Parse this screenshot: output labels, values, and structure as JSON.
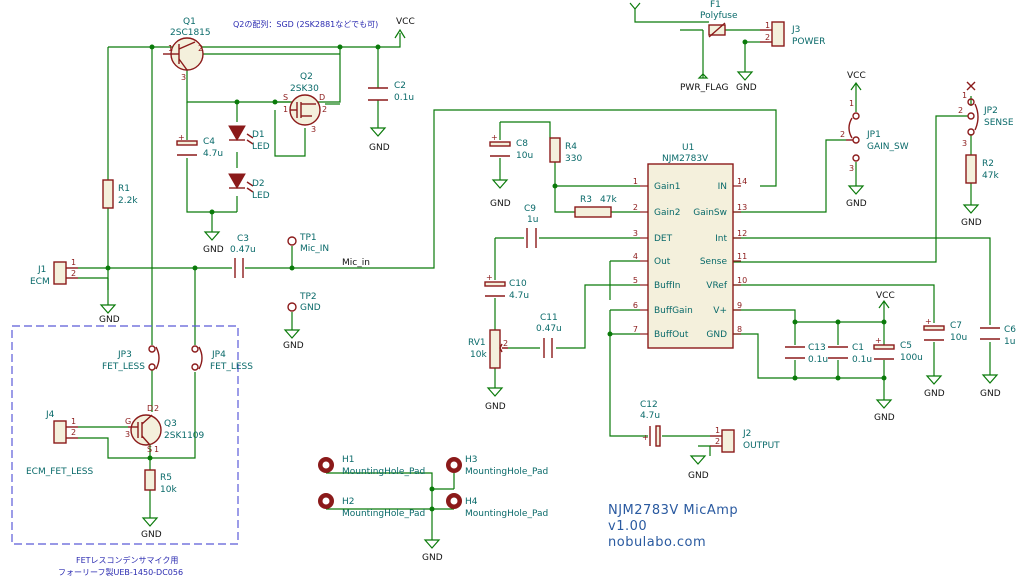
{
  "notes": {
    "q2_note": "Q2の配列：SGD (2SK2881などでも可)",
    "fet_note1": "FETレスコンデンサマイク用",
    "fet_note2": "フォーリーフ製UEB-1450-DC056"
  },
  "title_block": {
    "line1": "NJM2783V MicAmp",
    "line2": "v1.00",
    "line3": "nobulabo.com"
  },
  "nets": {
    "vcc": "VCC",
    "gnd": "GND",
    "mic_in": "Mic_in",
    "pwr_flag": "PWR_FLAG"
  },
  "components": {
    "Q1": {
      "ref": "Q1",
      "value": "2SC1815"
    },
    "Q2": {
      "ref": "Q2",
      "value": "2SK30"
    },
    "Q3": {
      "ref": "Q3",
      "value": "2SK1109"
    },
    "C1": {
      "ref": "C1",
      "value": "0.1u"
    },
    "C2": {
      "ref": "C2",
      "value": "0.1u"
    },
    "C3": {
      "ref": "C3",
      "value": "0.47u"
    },
    "C4": {
      "ref": "C4",
      "value": "4.7u"
    },
    "C5": {
      "ref": "C5",
      "value": "100u"
    },
    "C6": {
      "ref": "C6",
      "value": "1u"
    },
    "C7": {
      "ref": "C7",
      "value": "10u"
    },
    "C8": {
      "ref": "C8",
      "value": "10u"
    },
    "C9": {
      "ref": "C9",
      "value": "1u"
    },
    "C10": {
      "ref": "C10",
      "value": "4.7u"
    },
    "C11": {
      "ref": "C11",
      "value": "0.47u"
    },
    "C12": {
      "ref": "C12",
      "value": "4.7u"
    },
    "C13": {
      "ref": "C13",
      "value": "0.1u"
    },
    "R1": {
      "ref": "R1",
      "value": "2.2k"
    },
    "R2": {
      "ref": "R2",
      "value": "47k"
    },
    "R3": {
      "ref": "R3",
      "value": "47k"
    },
    "R4": {
      "ref": "R4",
      "value": "330"
    },
    "R5": {
      "ref": "R5",
      "value": "10k"
    },
    "RV1": {
      "ref": "RV1",
      "value": "10k"
    },
    "D1": {
      "ref": "D1",
      "value": "LED"
    },
    "D2": {
      "ref": "D2",
      "value": "LED"
    },
    "F1": {
      "ref": "F1",
      "value": "Polyfuse"
    },
    "J1": {
      "ref": "J1",
      "value": "ECM"
    },
    "J2": {
      "ref": "J2",
      "value": "OUTPUT"
    },
    "J3": {
      "ref": "J3",
      "value": "POWER"
    },
    "J4": {
      "ref": "J4",
      "value": "ECM_FET_LESS"
    },
    "JP1": {
      "ref": "JP1",
      "value": "GAIN_SW"
    },
    "JP2": {
      "ref": "JP2",
      "value": "SENSE"
    },
    "JP3": {
      "ref": "JP3",
      "value": "FET_LESS"
    },
    "JP4": {
      "ref": "JP4",
      "value": "FET_LESS"
    },
    "TP1": {
      "ref": "TP1",
      "value": "Mic_IN"
    },
    "TP2": {
      "ref": "TP2",
      "value": "GND"
    },
    "H1": {
      "ref": "H1",
      "value": "MountingHole_Pad"
    },
    "H2": {
      "ref": "H2",
      "value": "MountingHole_Pad"
    },
    "H3": {
      "ref": "H3",
      "value": "MountingHole_Pad"
    },
    "H4": {
      "ref": "H4",
      "value": "MountingHole_Pad"
    }
  },
  "ic": {
    "ref": "U1",
    "value": "NJM2783V",
    "left_pins": [
      {
        "num": "1",
        "name": "Gain1"
      },
      {
        "num": "2",
        "name": "Gain2"
      },
      {
        "num": "3",
        "name": "DET"
      },
      {
        "num": "4",
        "name": "Out"
      },
      {
        "num": "5",
        "name": "BuffIn"
      },
      {
        "num": "6",
        "name": "BuffGain"
      },
      {
        "num": "7",
        "name": "BuffOut"
      }
    ],
    "right_pins": [
      {
        "num": "14",
        "name": "IN"
      },
      {
        "num": "13",
        "name": "GainSw"
      },
      {
        "num": "12",
        "name": "Int"
      },
      {
        "num": "11",
        "name": "Sense"
      },
      {
        "num": "10",
        "name": "VRef"
      },
      {
        "num": "9",
        "name": "V+"
      },
      {
        "num": "8",
        "name": "GND"
      }
    ]
  },
  "pin_labels": {
    "q1_b": "1",
    "q1_c": "2",
    "q1_e": "3",
    "q2_s": "S",
    "q2_d": "D",
    "q2_1": "1",
    "q2_2": "2",
    "q2_3": "3",
    "q3_g": "G",
    "q3_d": "D",
    "q3_s": "S",
    "q3_1": "1",
    "q3_2": "2",
    "q3_3": "3",
    "one": "1",
    "two": "2",
    "three": "3"
  }
}
